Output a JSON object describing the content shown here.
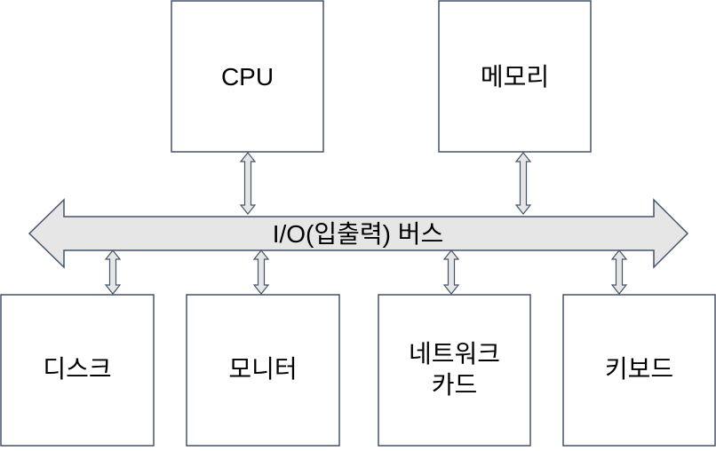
{
  "bus": {
    "label": "I/O(입출력) 버스"
  },
  "components": {
    "cpu": "CPU",
    "memory": "메모리",
    "disk": "디스크",
    "monitor": "모니터",
    "nic_line1": "네트워크",
    "nic_line2": "카드",
    "keyboard": "키보드"
  },
  "colors": {
    "stroke": "#44546a",
    "bus_fill": "#e6e6e6",
    "box_fill": "#ffffff"
  }
}
